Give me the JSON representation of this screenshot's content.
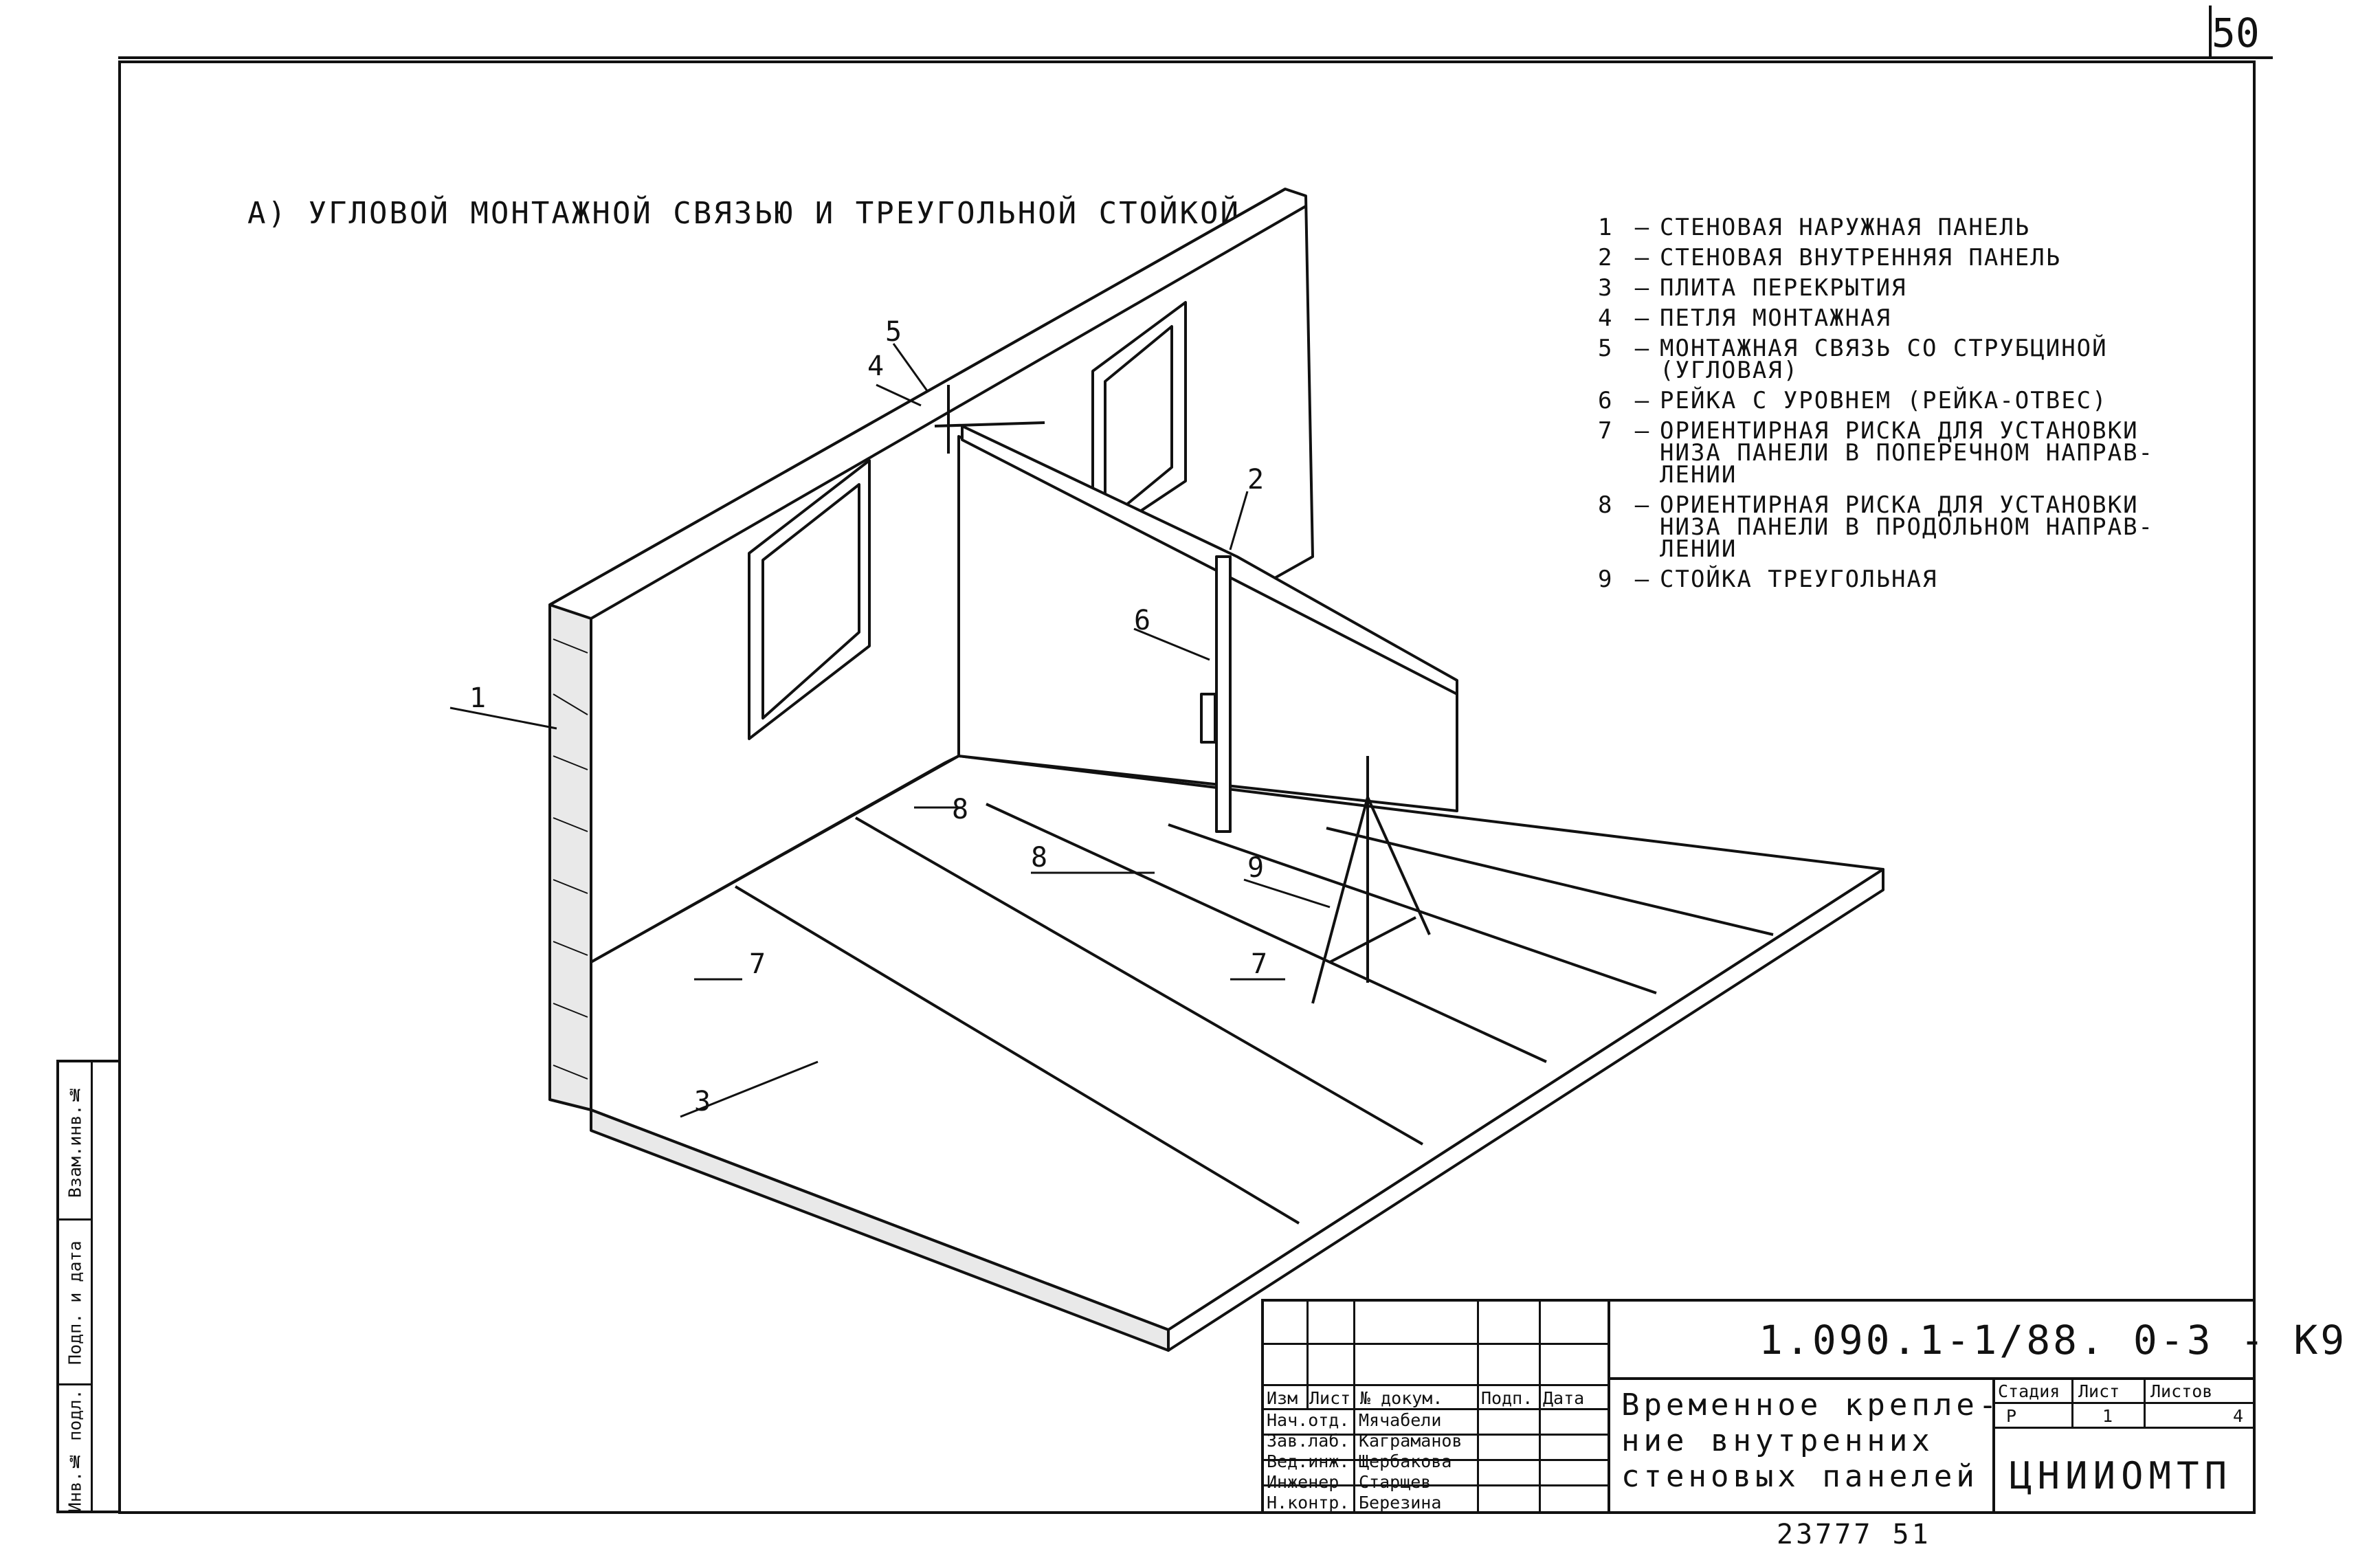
{
  "sheet_number": "50",
  "subtitle": "А) УГЛОВОЙ МОНТАЖНОЙ СВЯЗЬЮ И ТРЕУГОЛЬНОЙ СТОЙКОЙ",
  "legend": [
    {
      "num": "1",
      "text": "СТЕНОВАЯ НАРУЖНАЯ ПАНЕЛЬ"
    },
    {
      "num": "2",
      "text": "СТЕНОВАЯ ВНУТРЕННЯЯ ПАНЕЛЬ"
    },
    {
      "num": "3",
      "text": "ПЛИТА ПЕРЕКРЫТИЯ"
    },
    {
      "num": "4",
      "text": "ПЕТЛЯ МОНТАЖНАЯ"
    },
    {
      "num": "5",
      "text": "МОНТАЖНАЯ СВЯЗЬ СО СТРУБЦИНОЙ\n(УГЛОВАЯ)"
    },
    {
      "num": "6",
      "text": "РЕЙКА С УРОВНЕМ (РЕЙКА-ОТВЕС)"
    },
    {
      "num": "7",
      "text": "ОРИЕНТИРНАЯ РИСКА ДЛЯ УСТАНОВКИ\nНИЗА ПАНЕЛИ В ПОПЕРЕЧНОМ НАПРАВ-\nЛЕНИИ"
    },
    {
      "num": "8",
      "text": "ОРИЕНТИРНАЯ РИСКА ДЛЯ УСТАНОВКИ\nНИЗА ПАНЕЛИ В ПРОДОЛЬНОМ НАПРАВ-\nЛЕНИИ"
    },
    {
      "num": "9",
      "text": "СТОЙКА ТРЕУГОЛЬНАЯ"
    }
  ],
  "callouts": {
    "c1": "1",
    "c2": "2",
    "c3": "3",
    "c4": "4",
    "c5": "5",
    "c6": "6",
    "c7a": "7",
    "c7b": "7",
    "c8a": "8",
    "c8b": "8",
    "c9": "9"
  },
  "side_stamp": {
    "inv_podl": "Инв.№ подл.",
    "podp_data": "Подп. и дата",
    "vzam_inv": "Взам.инв.№"
  },
  "title_block": {
    "doc_code": "1.090.1-1/88. 0-3 - К9",
    "title": "Временное крепле-\nние внутренних\nстеновых панелей",
    "org": "ЦНИИОМТП",
    "headers": {
      "izm": "Изм",
      "list": "Лист",
      "doc": "№ докум.",
      "podp": "Подп.",
      "data": "Дата"
    },
    "stage_header": {
      "stadia": "Стадия",
      "list": "Лист",
      "listov": "Листов"
    },
    "stage_values": {
      "stadia": "Р",
      "list": "1",
      "listov": "4"
    },
    "staff": [
      {
        "role": "Нач.отд.",
        "name": "Мячабели"
      },
      {
        "role": "Зав.лаб.",
        "name": "Каграманов"
      },
      {
        "role": "Вед.инж.",
        "name": "Щербакова"
      },
      {
        "role": "Инженер",
        "name": "Старщев"
      },
      {
        "role": "Н.контр.",
        "name": "Березина"
      }
    ]
  },
  "footer_number": "23777  51"
}
